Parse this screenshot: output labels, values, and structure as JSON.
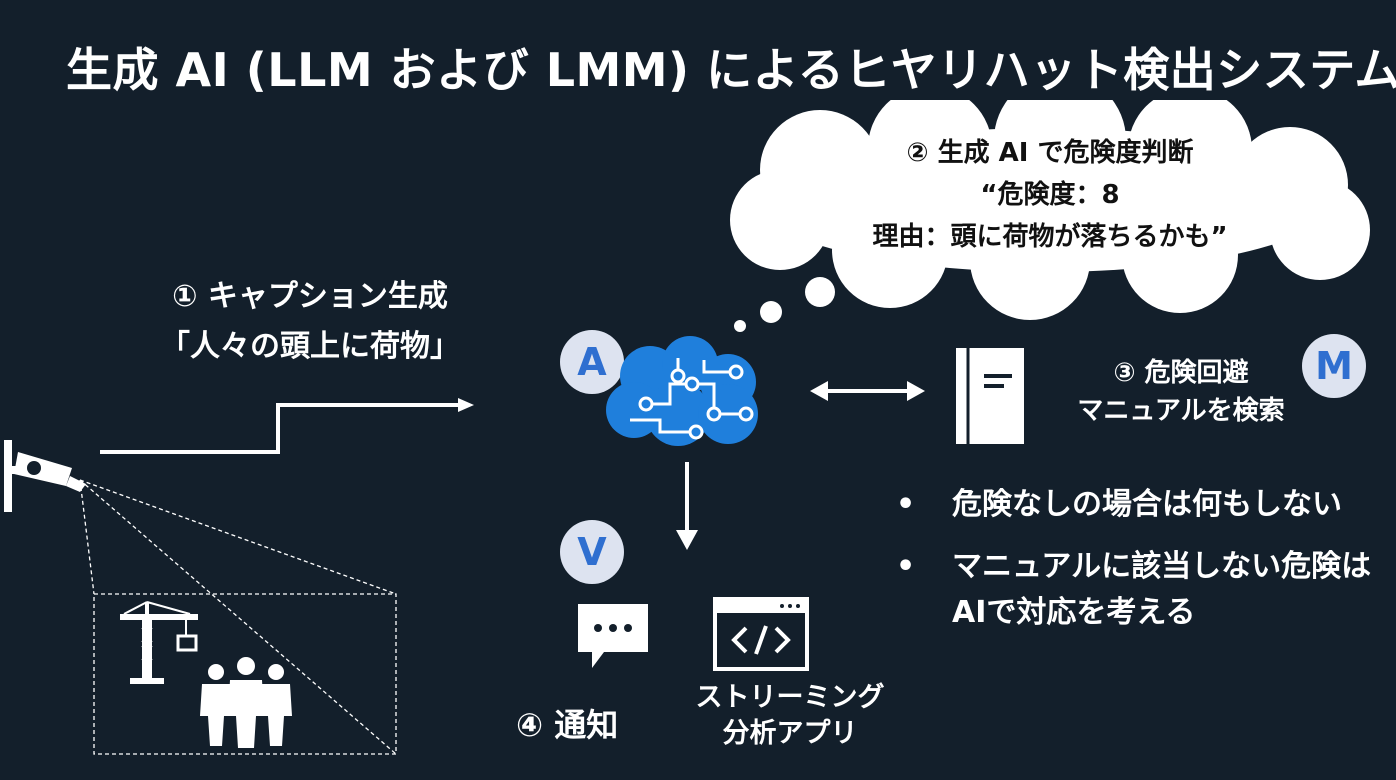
{
  "title": "生成 AI (LLM および LMM) によるヒヤリハット検出システム",
  "step1": {
    "line1": "① キャプション生成",
    "line2": "「人々の頭上に荷物」"
  },
  "step2": {
    "line1": "② 生成 AI で危険度判断",
    "line2": "“危険度：8",
    "line3": "理由：頭に荷物が落ちるかも”"
  },
  "step3": {
    "line1": "③ 危険回避",
    "line2": "マニュアルを検索"
  },
  "step4": {
    "label": "④ 通知"
  },
  "streaming_app": {
    "line1": "ストリーミング",
    "line2": "分析アプリ"
  },
  "badges": {
    "a": "A",
    "m": "M",
    "v": "V"
  },
  "bullets": [
    {
      "marker": "•",
      "text": "危険なしの場合は何もしない"
    },
    {
      "marker": "•",
      "text": "マニュアルに該当しない危険は AIで対応を考える"
    }
  ],
  "icons": {
    "camera": "security-camera-icon",
    "construction": "construction-crane-icon",
    "workers": "people-group-icon",
    "brain": "ai-brain-icon",
    "manual": "manual-book-icon",
    "chat": "chat-notification-icon",
    "code": "code-window-icon"
  },
  "colors": {
    "background": "#131f2b",
    "badge_bg": "#dde3f0",
    "badge_text": "#2f6fd0",
    "brain_blue": "#1f7fdc"
  }
}
